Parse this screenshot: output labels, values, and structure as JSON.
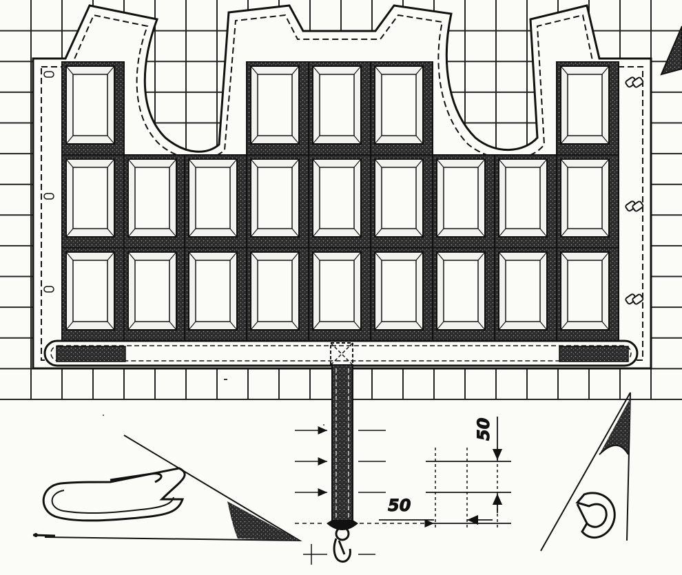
{
  "figure": {
    "style": "black-and-white technical pattern drawing",
    "colors": {
      "ink": "#111111",
      "paper": "#fbfbf8",
      "stipple": "#2b2b2b",
      "cell_fill": "#f7f7f4",
      "grid_line": "#222222"
    }
  },
  "grid": {
    "columns": 22,
    "rows": 13
  },
  "pockets": {
    "rows": 3,
    "columns": 9,
    "top_row_columns": [
      1,
      4,
      5,
      6,
      9
    ]
  },
  "callouts": {
    "grid_scale": {
      "vertical_label": "50",
      "horizontal_label": "50"
    }
  },
  "details": [
    {
      "name": "folded-strap-loop"
    },
    {
      "name": "d-ring-detail"
    },
    {
      "name": "snap-hook"
    }
  ]
}
